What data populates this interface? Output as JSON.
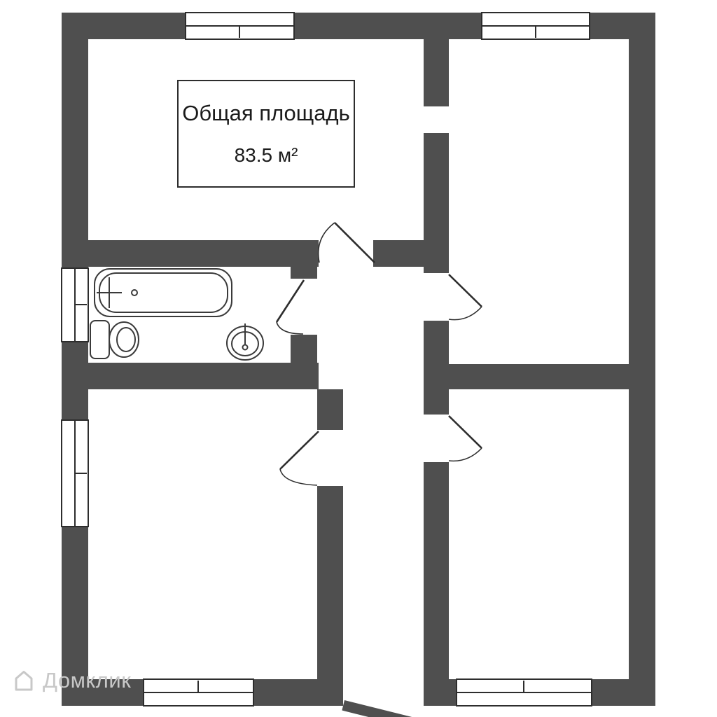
{
  "colors": {
    "background": "#ffffff",
    "wall": "#4f4f4f",
    "line": "#2d2d2d",
    "fixture_line": "#3a3a3a",
    "label_text": "#1b1b1b",
    "watermark": "#c8c8c8"
  },
  "area_label": {
    "title": "Общая площадь",
    "value": "83.5 м²"
  },
  "watermark": {
    "brand": "Домклик"
  },
  "plan": {
    "type": "apartment-floor-plan",
    "total_area_m2": 83.5,
    "rooms": [
      "room-top-left",
      "room-top-right",
      "room-bottom-left",
      "room-bottom-right",
      "bathroom",
      "hallway"
    ],
    "fixtures": [
      "bathtub",
      "toilet",
      "sink"
    ],
    "window_count": 6,
    "door_count": 6
  }
}
